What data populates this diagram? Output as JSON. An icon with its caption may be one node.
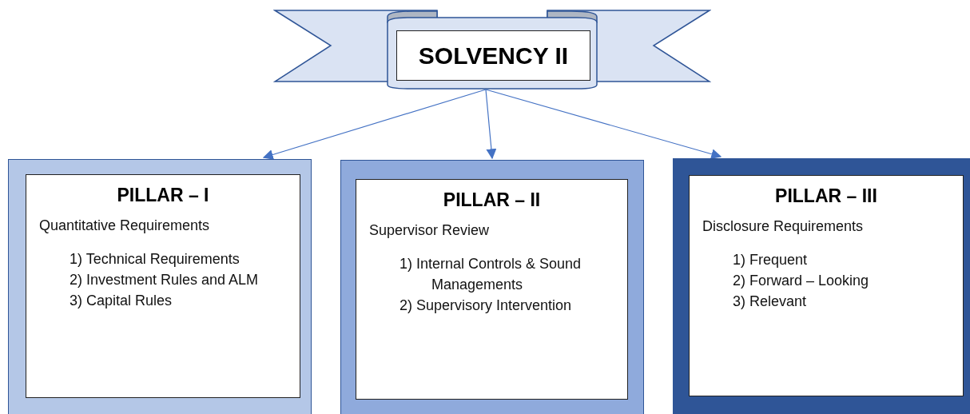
{
  "diagram": {
    "nodes": [
      {
        "text": [
          "SOLVENCY II"
        ]
      },
      {
        "text": [],
        "shape": "box"
      },
      {
        "text": [
          "PILLAR – I",
          "Quantitative Requirements",
          "1) Technical Requirements",
          "2) Investment Rules and ALM",
          "3) Capital Rules"
        ],
        "in": 1
      },
      {
        "text": [],
        "shape": "box"
      },
      {
        "text": [
          "PILLAR – II",
          "Supervisor Review",
          "1) Internal Controls & Sound Managements",
          "2) Supervisory Intervention"
        ],
        "in": 3
      },
      {
        "text": [],
        "shape": "box"
      },
      {
        "text": [
          "PILLAR – III",
          "Disclosure Requirements",
          "1) Frequent",
          "2) Forward – Looking",
          "3) Relevant"
        ],
        "in": 5
      }
    ],
    "edges": [
      {
        "from": 0,
        "to": 1,
        "arrow": "to"
      },
      {
        "from": 0,
        "to": 3,
        "arrow": "to"
      },
      {
        "from": 0,
        "to": 5,
        "arrow": "to"
      }
    ]
  }
}
